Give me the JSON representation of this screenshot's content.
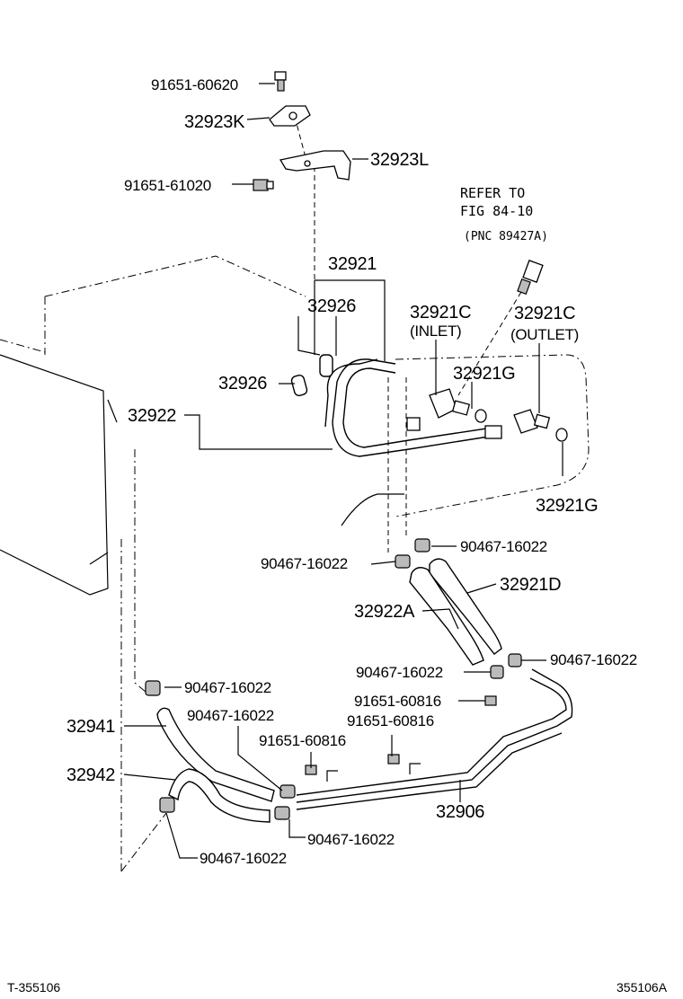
{
  "labels": {
    "p91651_60620": "91651-60620",
    "p32923K": "32923K",
    "p32923L": "32923L",
    "p91651_61020": "91651-61020",
    "refer_line1": "REFER TO",
    "refer_line2": "FIG 84-10",
    "refer_pnc": "(PNC 89427A)",
    "p32921": "32921",
    "p32926_a": "32926",
    "p32926_b": "32926",
    "p32921C_inlet": "32921C",
    "inlet": "(INLET)",
    "p32921C_outlet": "32921C",
    "outlet": "(OUTLET)",
    "p32921G_a": "32921G",
    "p32921G_b": "32921G",
    "p32922": "32922",
    "p90467_a": "90467-16022",
    "p90467_b": "90467-16022",
    "p32921D": "32921D",
    "p32922A": "32922A",
    "p90467_c": "90467-16022",
    "p90467_d": "90467-16022",
    "p91651_60816_a": "91651-60816",
    "p91651_60816_b": "91651-60816",
    "p91651_60816_c": "91651-60816",
    "p90467_e": "90467-16022",
    "p90467_f": "90467-16022",
    "p32941": "32941",
    "p32942": "32942",
    "p32906": "32906",
    "p90467_g": "90467-16022",
    "p90467_h": "90467-16022"
  },
  "footer": {
    "left": "T-355106",
    "right": "355106A"
  }
}
